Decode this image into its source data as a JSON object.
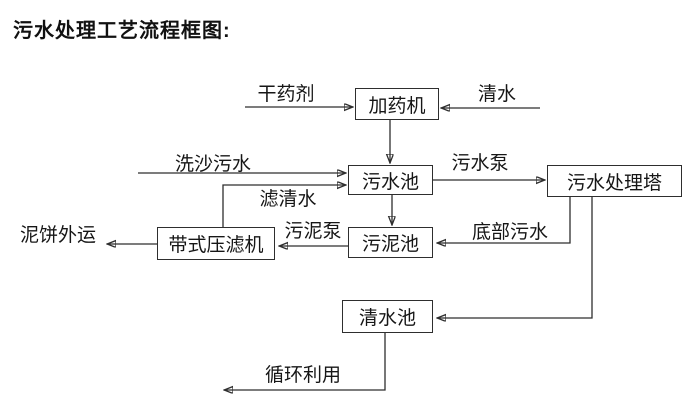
{
  "title": "污水处理工艺流程框图:",
  "diagram": {
    "nodes": {
      "dosing_machine": "加药机",
      "sewage_pool": "污水池",
      "treatment_tower": "污水处理塔",
      "sludge_pool": "污泥池",
      "belt_filter_press": "带式压滤机",
      "clean_water_pool": "清水池"
    },
    "edge_labels": {
      "dry_agent": "干药剂",
      "clean_water": "清水",
      "sand_washing_sewage": "洗沙污水",
      "filtered_water": "滤清水",
      "sewage_pump": "污水泵",
      "bottom_sewage": "底部污水",
      "sludge_pump": "污泥泵",
      "mud_cake_out": "泥饼外运",
      "recycle": "循环利用"
    },
    "colors": {
      "line": "#2e2e2e",
      "text": "#161616",
      "background": "#ffffff"
    }
  }
}
